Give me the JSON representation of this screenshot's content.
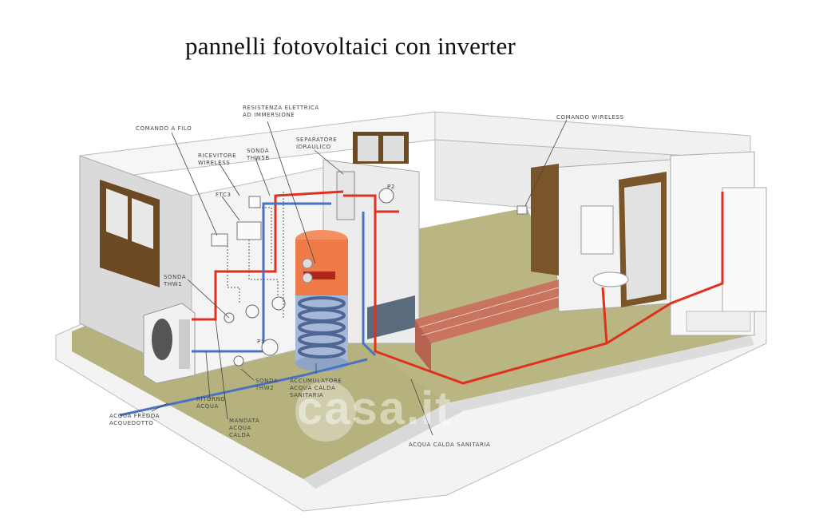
{
  "title": "pannelli fotovoltaici con inverter",
  "diagram": {
    "labels": {
      "comando_a_filo": "COMANDO A FILO",
      "resistenza": "RESISTENZA ELETTRICA\nAD IMMERSIONE",
      "separatore": "SEPARATORE\nIDRAULICO",
      "ricevitore": "RICEVITORE\nWIRELESS",
      "sonda_thw5b": "SONDA\nTHW5B",
      "ftc3": "FTC3",
      "comando_wireless": "COMANDO WIRELESS",
      "sonda_thw1": "SONDA\nTHW1",
      "sonda_thw2": "SONDA\nTHW2",
      "accumulatore": "ACCUMULATORE\nACQUA CALDA\nSANITARIA",
      "ritorno": "RITORNO\nACQUA",
      "mandata": "MANDATA\nACQUA\nCALDA",
      "acqua_fredda": "ACQUA FREDDA\nACQUEDOTTO",
      "acqua_calda_sanitaria": "ACQUA CALDA SANITARIA",
      "p1": "P1",
      "p2": "P2"
    },
    "watermark": "casa.it",
    "colors": {
      "floor": "#b5b27e",
      "wall": "#e9e9e9",
      "wall_shade": "#d6d6d6",
      "hot_pipe": "#e0301e",
      "cold_pipe": "#4a72c4",
      "wood": "#6b4a23",
      "tank": "#e86a3a"
    }
  }
}
